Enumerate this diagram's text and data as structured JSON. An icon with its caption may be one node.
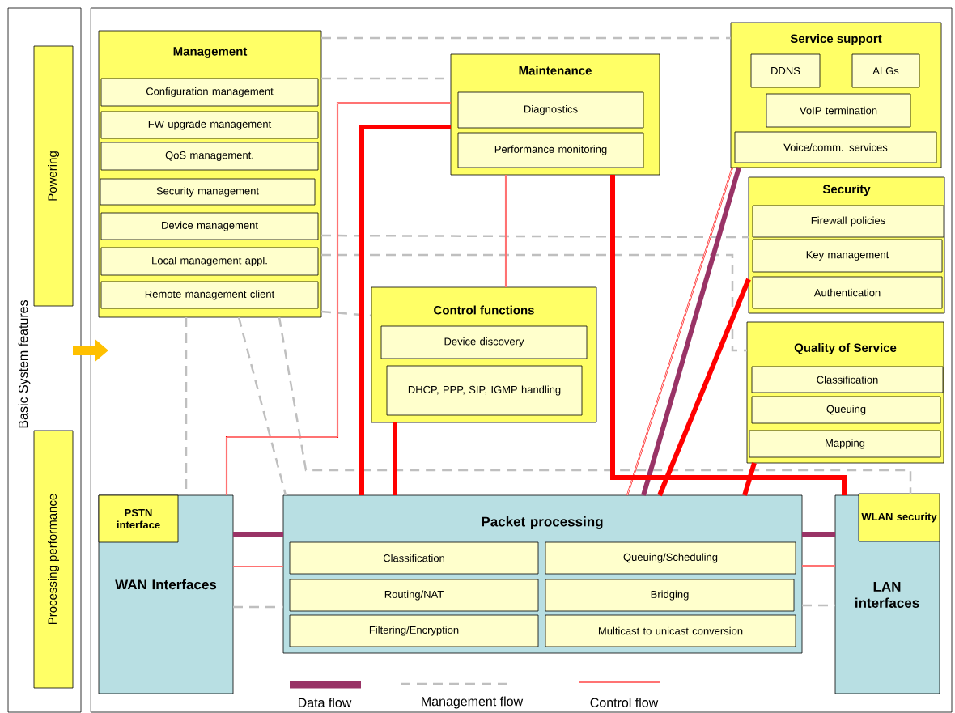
{
  "diagram": {
    "nodes": [
      {
        "text": [
          "Basic System features"
        ]
      },
      {
        "text": [
          "Powering"
        ],
        "in": 0
      },
      {
        "text": [
          "Processing performance"
        ],
        "in": 0
      },
      {
        "text": [],
        "shape": "box"
      },
      {
        "text": [
          "Management"
        ],
        "in": 3
      },
      {
        "text": [
          "Configuration management"
        ],
        "in": 4
      },
      {
        "text": [
          "FW upgrade management"
        ],
        "in": 4
      },
      {
        "text": [
          "QoS management."
        ],
        "in": 4
      },
      {
        "text": [
          "Security management"
        ],
        "in": 4
      },
      {
        "text": [
          "Device management"
        ],
        "in": 4
      },
      {
        "text": [
          "Local management appl."
        ],
        "in": 4
      },
      {
        "text": [
          "Remote management client"
        ],
        "in": 4
      },
      {
        "text": [
          "Maintenance"
        ],
        "in": 3
      },
      {
        "text": [
          "Diagnostics"
        ],
        "in": 12
      },
      {
        "text": [
          "Performance monitoring"
        ],
        "in": 12
      },
      {
        "text": [
          "Service support"
        ],
        "in": 3
      },
      {
        "text": [
          "DDNS"
        ],
        "in": 15
      },
      {
        "text": [
          "ALGs"
        ],
        "in": 15
      },
      {
        "text": [
          "VoIP termination"
        ],
        "in": 15
      },
      {
        "text": [
          "Voice/comm. services"
        ],
        "in": 15
      },
      {
        "text": [
          "Security"
        ],
        "in": 3
      },
      {
        "text": [
          "Firewall policies"
        ],
        "in": 20
      },
      {
        "text": [
          "Key management"
        ],
        "in": 20
      },
      {
        "text": [
          "Authentication"
        ],
        "in": 20
      },
      {
        "text": [
          "Control functions"
        ],
        "in": 3
      },
      {
        "text": [
          "Device discovery"
        ],
        "in": 24
      },
      {
        "text": [
          "DHCP, PPP, SIP, IGMP handling"
        ],
        "in": 24
      },
      {
        "text": [
          "Quality of Service"
        ],
        "in": 3
      },
      {
        "text": [
          "Classification"
        ],
        "in": 27
      },
      {
        "text": [
          "Queuing"
        ],
        "in": 27
      },
      {
        "text": [
          "Mapping"
        ],
        "in": 27
      },
      {
        "text": [
          "WAN Interfaces"
        ],
        "in": 3
      },
      {
        "text": [
          "PSTN interface"
        ],
        "in": 31
      },
      {
        "text": [
          "Packet processing"
        ],
        "in": 3
      },
      {
        "text": [
          "Classification"
        ],
        "in": 33
      },
      {
        "text": [
          "Queuing/Scheduling"
        ],
        "in": 33
      },
      {
        "text": [
          "Routing/NAT"
        ],
        "in": 33
      },
      {
        "text": [
          "Bridging"
        ],
        "in": 33
      },
      {
        "text": [
          "Filtering/Encryption"
        ],
        "in": 33
      },
      {
        "text": [
          "Multicast to unicast conversion"
        ],
        "in": 33
      },
      {
        "text": [
          "LAN interfaces"
        ],
        "in": 3
      },
      {
        "text": [
          "WLAN security"
        ],
        "in": 40
      }
    ],
    "edges": [
      {
        "from": 0,
        "to": 3,
        "arrow": "to",
        "style": "thick",
        "color": "#ffc000"
      },
      {
        "from": 4,
        "to": 15,
        "arrow": "none",
        "style": "dashed"
      },
      {
        "from": 4,
        "to": 12,
        "arrow": "none",
        "style": "dashed"
      },
      {
        "from": 4,
        "to": 20,
        "arrow": "none",
        "style": "dashed"
      },
      {
        "from": 4,
        "to": 27,
        "arrow": "none",
        "style": "dashed"
      },
      {
        "from": 4,
        "to": 24,
        "arrow": "none",
        "style": "dashed"
      },
      {
        "from": 4,
        "to": 31,
        "arrow": "none",
        "style": "dashed"
      },
      {
        "from": 4,
        "to": 33,
        "arrow": "none",
        "style": "dashed"
      },
      {
        "from": 4,
        "to": 41,
        "arrow": "none",
        "style": "dashed"
      },
      {
        "from": 31,
        "to": 33,
        "arrow": "none",
        "style": "dashed"
      },
      {
        "from": 33,
        "to": 40,
        "arrow": "none",
        "style": "dashed"
      },
      {
        "from": 31,
        "to": 33,
        "arrow": "none",
        "style": "thick",
        "color": "#993366"
      },
      {
        "from": 33,
        "to": 40,
        "arrow": "none",
        "style": "thick",
        "color": "#993366"
      },
      {
        "from": 15,
        "to": 33,
        "arrow": "none",
        "style": "thick",
        "color": "#993366"
      },
      {
        "from": 31,
        "to": 33,
        "arrow": "none",
        "color": "#ff0000"
      },
      {
        "from": 33,
        "to": 40,
        "arrow": "none",
        "color": "#ff0000"
      },
      {
        "from": 12,
        "to": 24,
        "arrow": "none",
        "color": "#ff0000"
      },
      {
        "from": 12,
        "to": 31,
        "arrow": "none",
        "color": "#ff0000"
      },
      {
        "from": 15,
        "to": 33,
        "arrow": "none",
        "color": "#ff0000"
      },
      {
        "from": 12,
        "to": 33,
        "arrow": "none",
        "style": "thick",
        "color": "#ff0000"
      },
      {
        "from": 12,
        "to": 40,
        "arrow": "none",
        "style": "thick",
        "color": "#ff0000"
      },
      {
        "from": 24,
        "to": 33,
        "arrow": "none",
        "style": "thick",
        "color": "#ff0000"
      },
      {
        "from": 20,
        "to": 33,
        "arrow": "none",
        "style": "thick",
        "color": "#ff0000"
      },
      {
        "from": 27,
        "to": 33,
        "arrow": "none",
        "style": "thick",
        "color": "#ff0000"
      }
    ],
    "legend": [
      {
        "text": "Data flow"
      },
      {
        "text": "Management flow"
      },
      {
        "text": "Control flow"
      }
    ]
  }
}
